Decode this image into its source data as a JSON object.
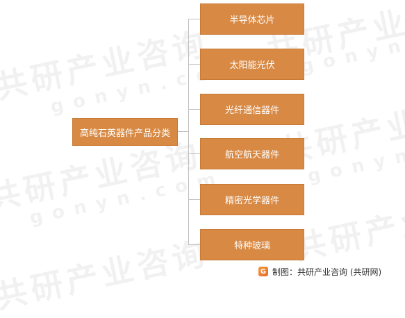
{
  "watermark": {
    "cn": "共研产业咨询",
    "en": "gonyn.com"
  },
  "diagram": {
    "root": "高纯石英器件产品分类",
    "children": [
      "半导体芯片",
      "太阳能光伏",
      "光纤通信器件",
      "航空航天器件",
      "精密光学器件",
      "特种玻璃"
    ]
  },
  "footer": {
    "logo_text": "G",
    "source": "制图：共研产业咨询 (共研网)"
  },
  "colors": {
    "box": "#d88a45",
    "line": "#bdbdbd",
    "logo_a": "#f29b38",
    "logo_b": "#e86a2c"
  }
}
